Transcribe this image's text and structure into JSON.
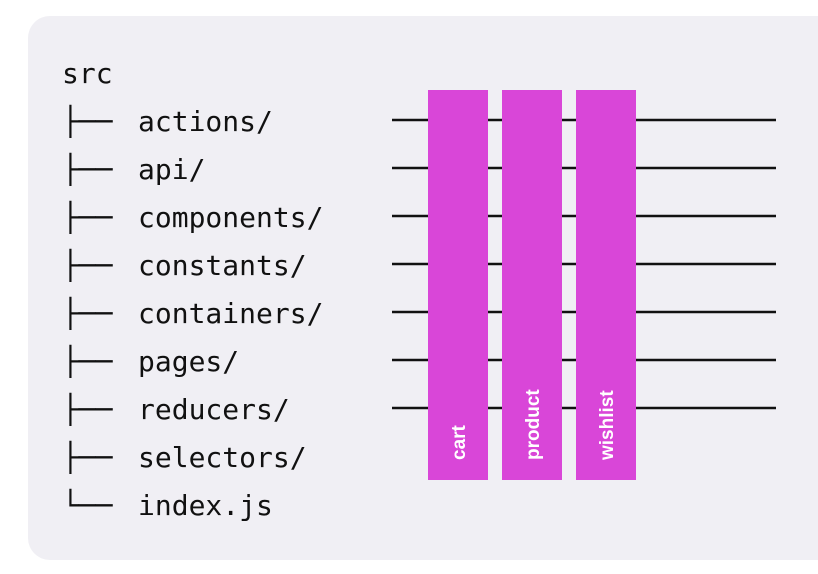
{
  "tree": {
    "root": "src",
    "items": [
      {
        "branch": "├──",
        "label": "actions/"
      },
      {
        "branch": "├──",
        "label": "api/"
      },
      {
        "branch": "├──",
        "label": "components/"
      },
      {
        "branch": "├──",
        "label": "constants/"
      },
      {
        "branch": "├──",
        "label": "containers/"
      },
      {
        "branch": "├──",
        "label": "pages/"
      },
      {
        "branch": "├──",
        "label": "reducers/"
      },
      {
        "branch": "├──",
        "label": "selectors/"
      },
      {
        "branch": "└──",
        "label": "index.js"
      }
    ]
  },
  "columns": [
    {
      "label": "cart"
    },
    {
      "label": "product"
    },
    {
      "label": "wishlist"
    }
  ],
  "colors": {
    "column_fill": "#d946d8",
    "line": "#111111",
    "panel": "#f0eff4"
  }
}
